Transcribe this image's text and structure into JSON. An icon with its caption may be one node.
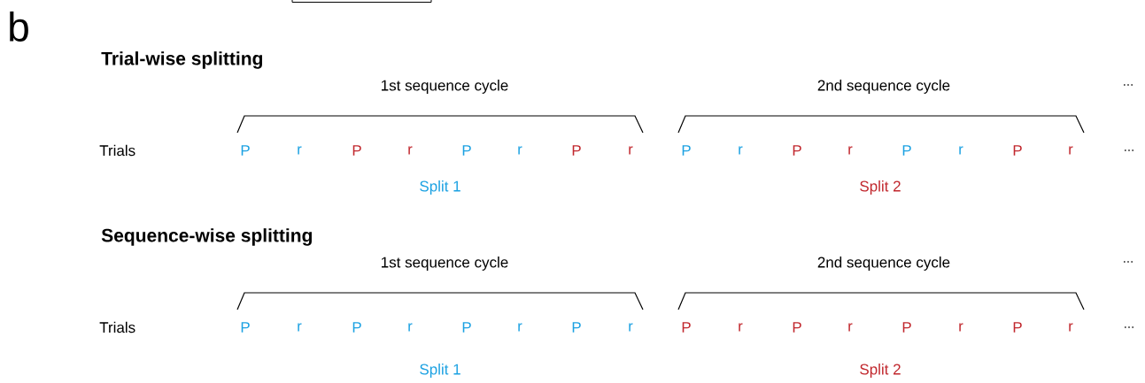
{
  "diagram": {
    "labels": [
      "b",
      "Trial-wise splitting",
      "1st sequence cycle",
      "2nd sequence cycle",
      "...",
      "Trials",
      "P",
      "r",
      "P",
      "r",
      "P",
      "r",
      "P",
      "r",
      "P",
      "r",
      "P",
      "r",
      "P",
      "r",
      "P",
      "r",
      "...",
      "Split 1",
      "Split 2",
      "Sequence-wise splitting",
      "1st sequence cycle",
      "2nd sequence cycle",
      "...",
      "Trials",
      "P",
      "r",
      "P",
      "r",
      "P",
      "r",
      "P",
      "r",
      "P",
      "r",
      "P",
      "r",
      "P",
      "r",
      "P",
      "r",
      "...",
      "Split 1",
      "Split 2"
    ]
  }
}
